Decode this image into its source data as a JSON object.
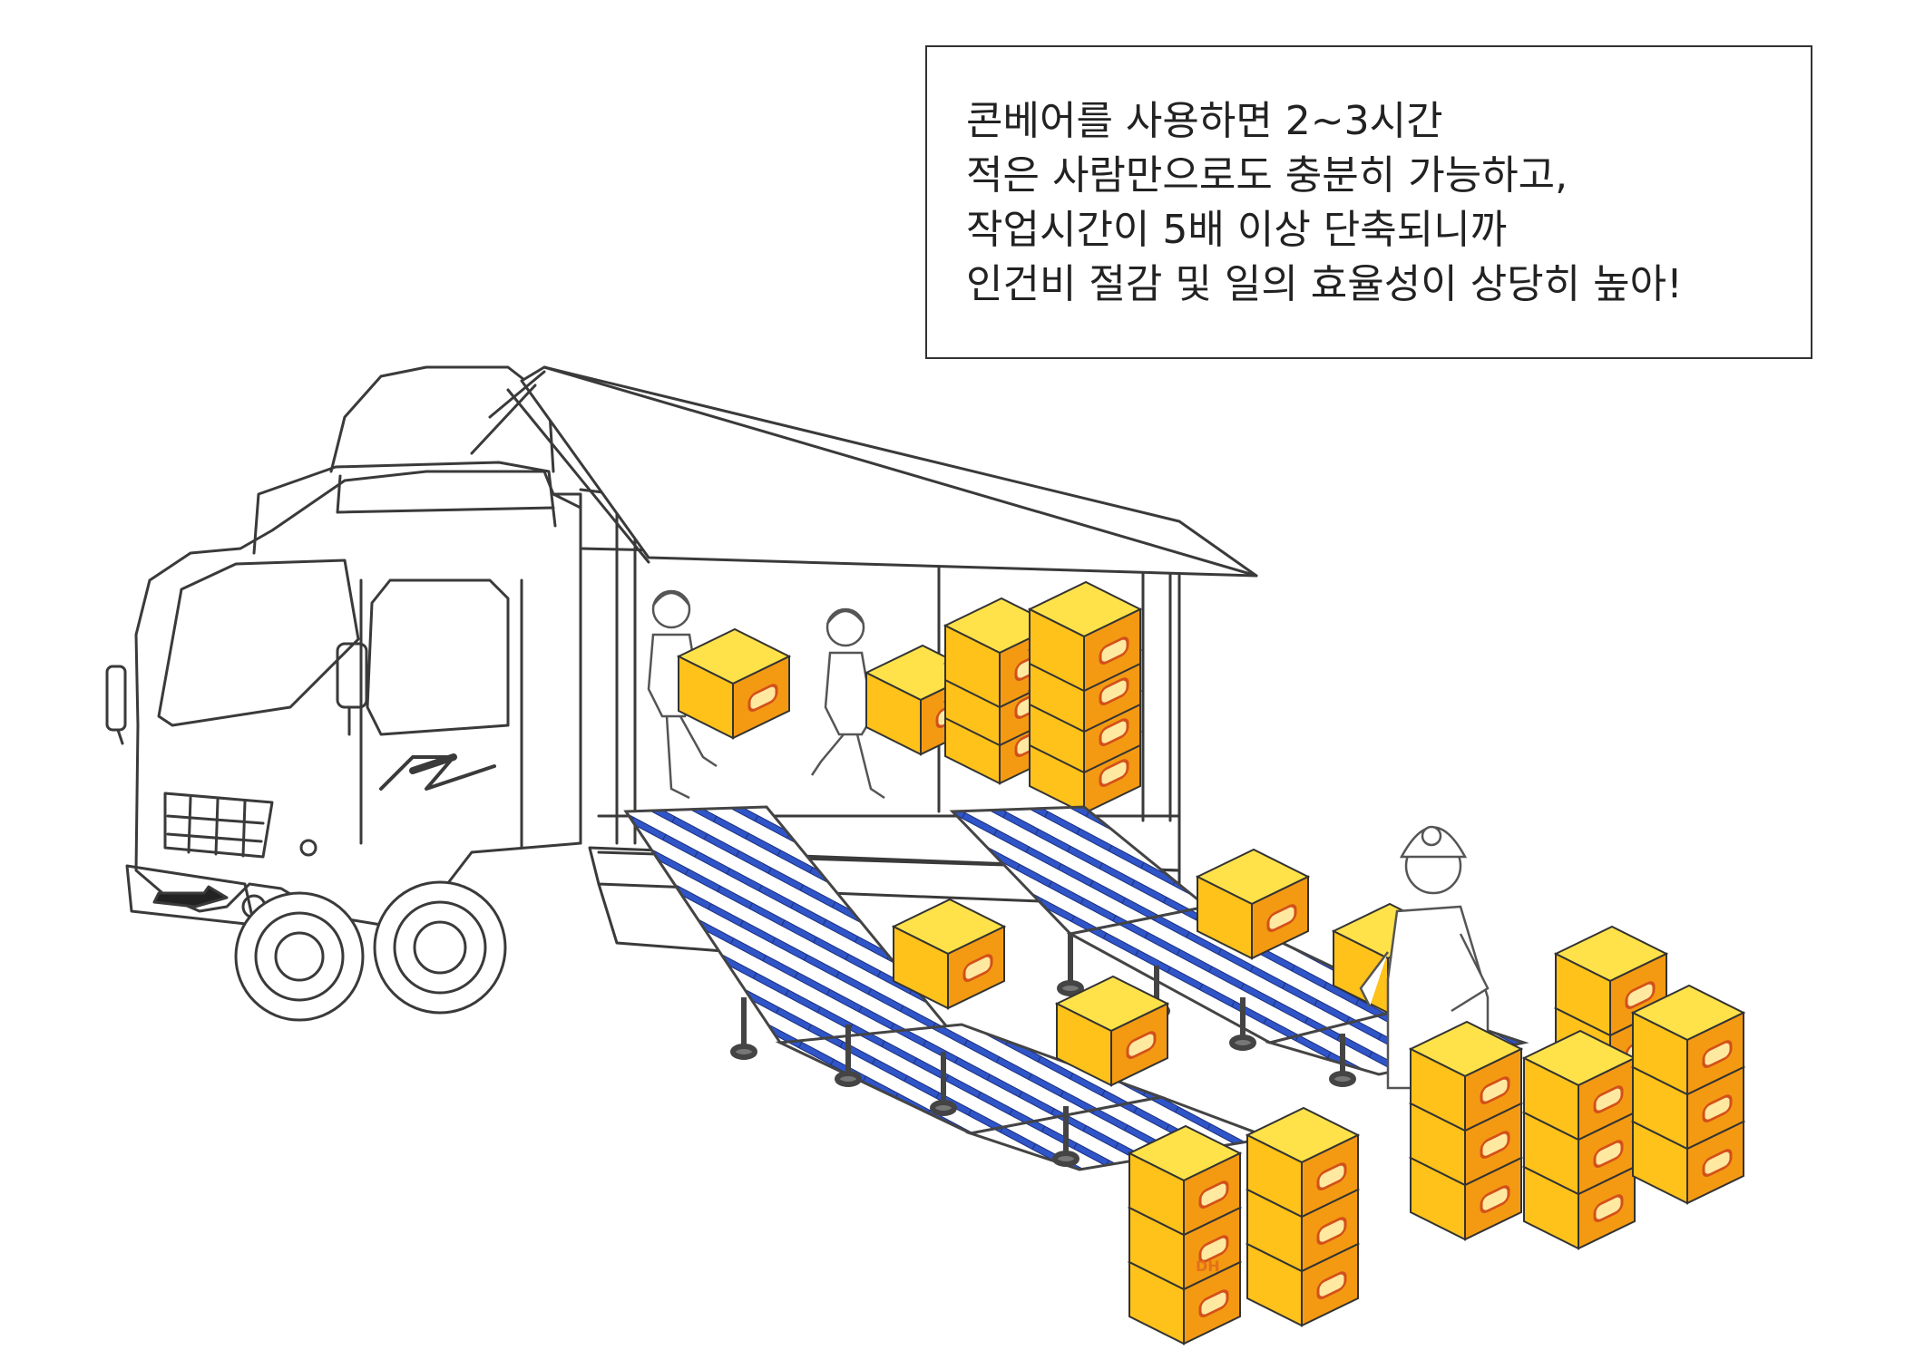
{
  "caption": {
    "line1": "콘베어를 사용하면 2~3시간",
    "line2": "적은 사람만으로도 충분히 가능하고,",
    "line3": "작업시간이 5배 이상 단축되니까",
    "line4": "인건비 절감 및 일의 효율성이 상당히 높아!"
  },
  "illustration": {
    "box_logo": "DH",
    "colors": {
      "box_top": "#ffe24a",
      "box_front": "#ffc21a",
      "box_side": "#f39a12",
      "conveyor_roller": "#2f55c8",
      "line": "#3a3a3a"
    }
  }
}
